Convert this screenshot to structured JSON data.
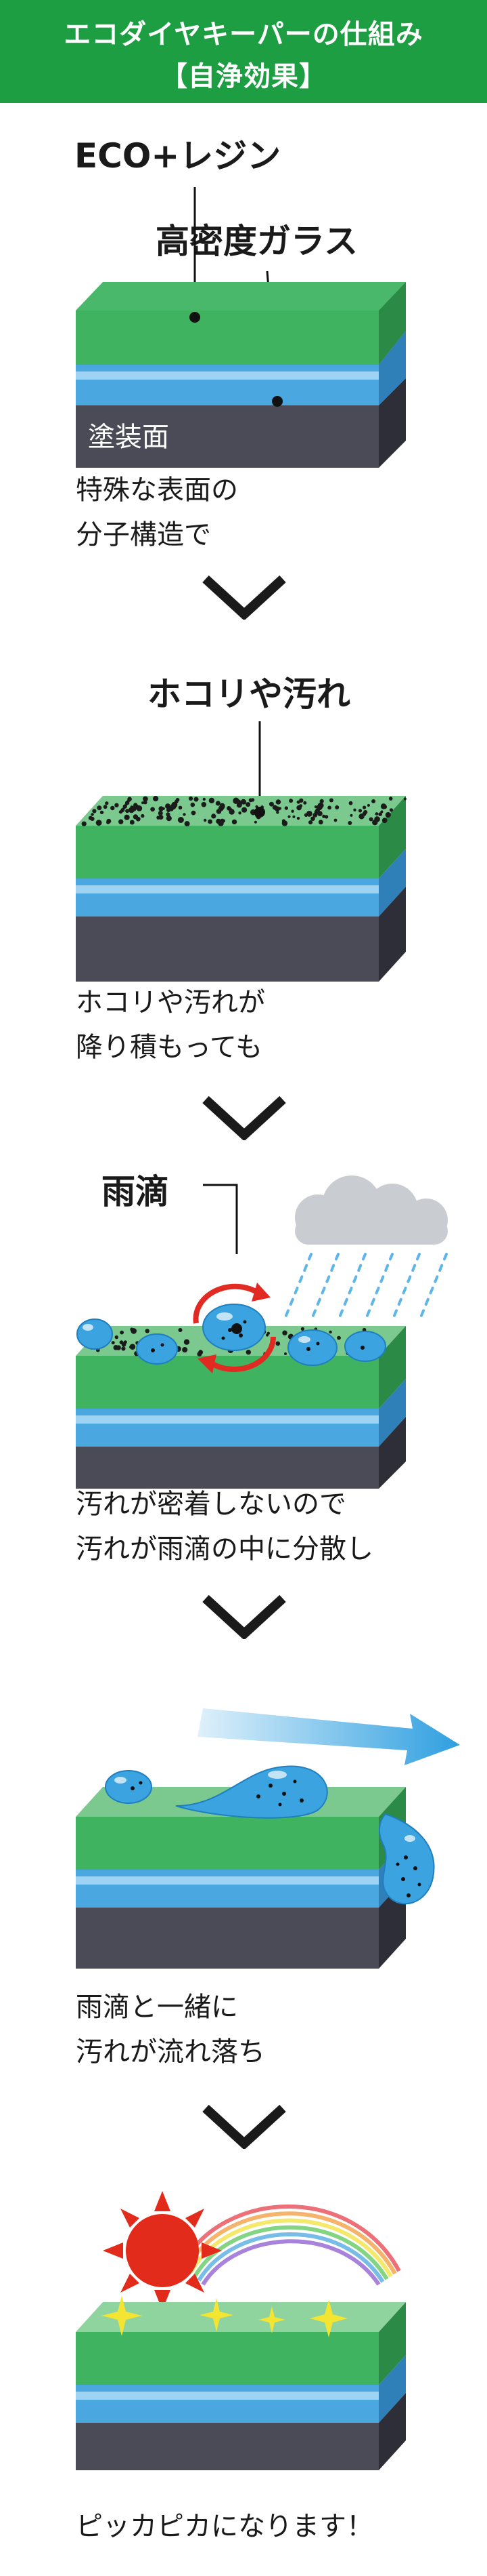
{
  "header": {
    "line1": "エコダイヤキーパーの仕組み",
    "line2": "【自浄効果】"
  },
  "steps": [
    {
      "labels": {
        "resin": "ECO+レジン",
        "glass": "高密度ガラス",
        "paint": "塗装面"
      },
      "caption": [
        "特殊な表面の",
        "分子構造で"
      ]
    },
    {
      "labels": {
        "dust": "ホコリや汚れ"
      },
      "caption": [
        "ホコリや汚れが",
        "降り積もっても"
      ]
    },
    {
      "labels": {
        "rain": "雨滴"
      },
      "caption": [
        "汚れが密着しないので",
        "汚れが雨滴の中に分散し"
      ]
    },
    {
      "caption": [
        "雨滴と一緒に",
        "汚れが流れ落ち"
      ]
    },
    {
      "caption": [
        "ピッカピカになります！"
      ]
    }
  ],
  "colors": {
    "header_bg": "#1e9e43",
    "resin_green": "#3fb35f",
    "glass_blue": "#4aa7e0",
    "paint_gray": "#4b4b58",
    "arrow": "#1a1a1a",
    "drop_blue": "#3aa3e0",
    "sun_red": "#e32b1c",
    "sparkle_yellow": "#f3e531",
    "cloud_gray": "#c9ccd1"
  }
}
